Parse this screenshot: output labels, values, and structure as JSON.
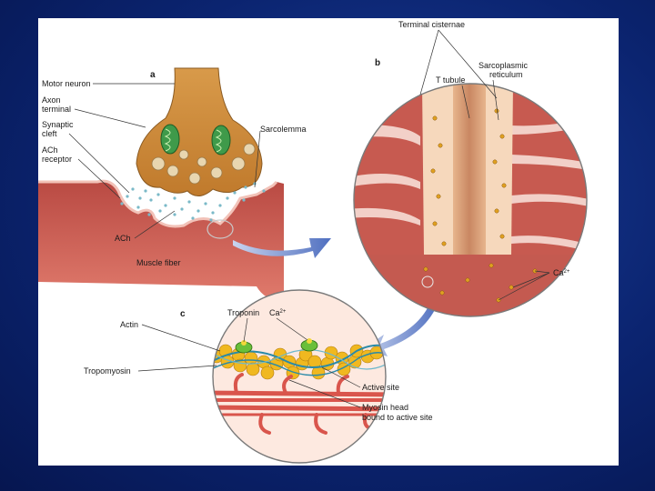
{
  "panels": {
    "a": "a",
    "b": "b",
    "c": "c"
  },
  "labels_a": {
    "motor_neuron": "Motor neuron",
    "axon_terminal_1": "Axon",
    "axon_terminal_2": "terminal",
    "synaptic_cleft_1": "Synaptic",
    "synaptic_cleft_2": "cleft",
    "ach_receptor_1": "ACh",
    "ach_receptor_2": "receptor",
    "sarcolemma": "Sarcolemma",
    "ach": "ACh",
    "muscle_fiber": "Muscle fiber"
  },
  "labels_b": {
    "terminal_cisternae": "Terminal cisternae",
    "t_tubule": "T tubule",
    "sarcoplasmic_1": "Sarcoplasmic",
    "sarcoplasmic_2": "reticulum",
    "calcium": "Ca",
    "calcium_sup": "2+"
  },
  "labels_c": {
    "actin": "Actin",
    "troponin": "Troponin",
    "calcium": "Ca",
    "calcium_sup": "2+",
    "tropomyosin": "Tropomyosin",
    "active_site": "Active site",
    "myosin_head_1": "Myosin head",
    "myosin_head_2": "bound to active site"
  },
  "colors": {
    "background": "#0b2470",
    "muscle": "#c9544a",
    "neuron": "#c98a3e",
    "reticulum": "#f6d8bc",
    "calcium": "#e0a020",
    "arrow": "#7088c8"
  }
}
